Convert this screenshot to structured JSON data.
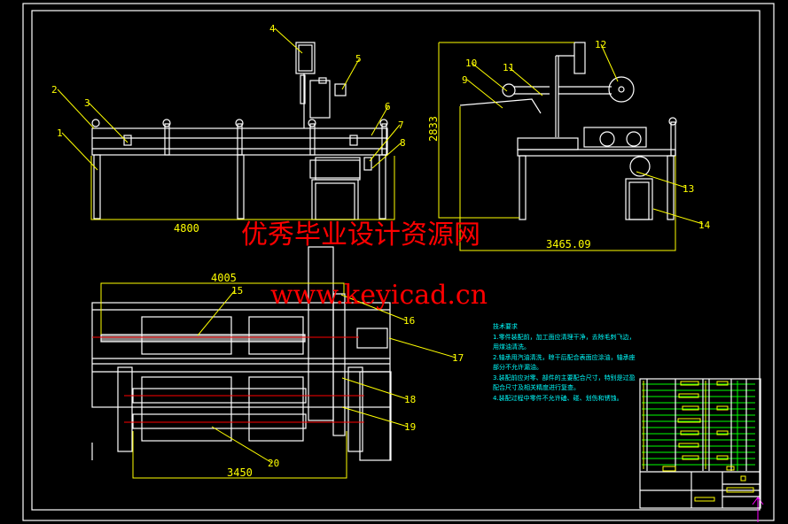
{
  "drawing": {
    "part_labels": [
      "1",
      "2",
      "3",
      "4",
      "5",
      "6",
      "7",
      "8",
      "9",
      "10",
      "11",
      "12",
      "13",
      "14",
      "15",
      "16",
      "17",
      "18",
      "19",
      "20"
    ],
    "dimensions": {
      "front_length": "4800",
      "side_height": "2833",
      "side_length": "3465.09",
      "top_length": "4005",
      "top_width": "3450"
    },
    "watermark": {
      "site_name": "优秀毕业设计资源网",
      "url": "www.keyicad.cn"
    },
    "technical_requirements": {
      "title": "技术要求",
      "items": [
        "1.零件装配前，加工面应清理干净，去除毛刺飞边，用煤油清洗。",
        "2.轴承用汽油清洗，晾干后配合表面应涂油，轴承座部分不允许漏油。",
        "3.装配前应对零、部件的主要配合尺寸，特别是过盈配合尺寸及相关精度进行复查。",
        "4.装配过程中零件不允许磕、碰、划伤和锈蚀。"
      ]
    },
    "colors": {
      "background": "#000000",
      "outline": "#ffffff",
      "dimension": "#ffff00",
      "watermark": "#ff0000",
      "text": "#00ffff",
      "table_lines": "#00ff00"
    }
  }
}
